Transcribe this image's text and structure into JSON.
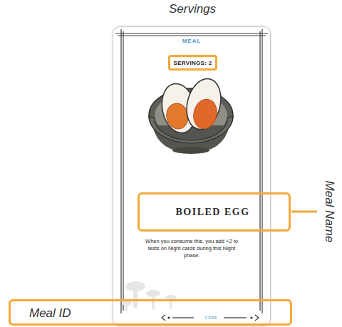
{
  "diagram": {
    "nodes": [
      {
        "text": [
          "MEAL",
          "When you consume this, you add +2 to tests on Night cards during this Night phase."
        ]
      },
      {
        "text": [
          "SERVINGS: 2"
        ],
        "in": 0
      },
      {
        "text": [
          "BOILED EGG"
        ]
      },
      {
        "text": [
          "Meal ID",
          "CR58"
        ]
      }
    ],
    "labels": [
      "Servings",
      "Meal Name"
    ]
  }
}
